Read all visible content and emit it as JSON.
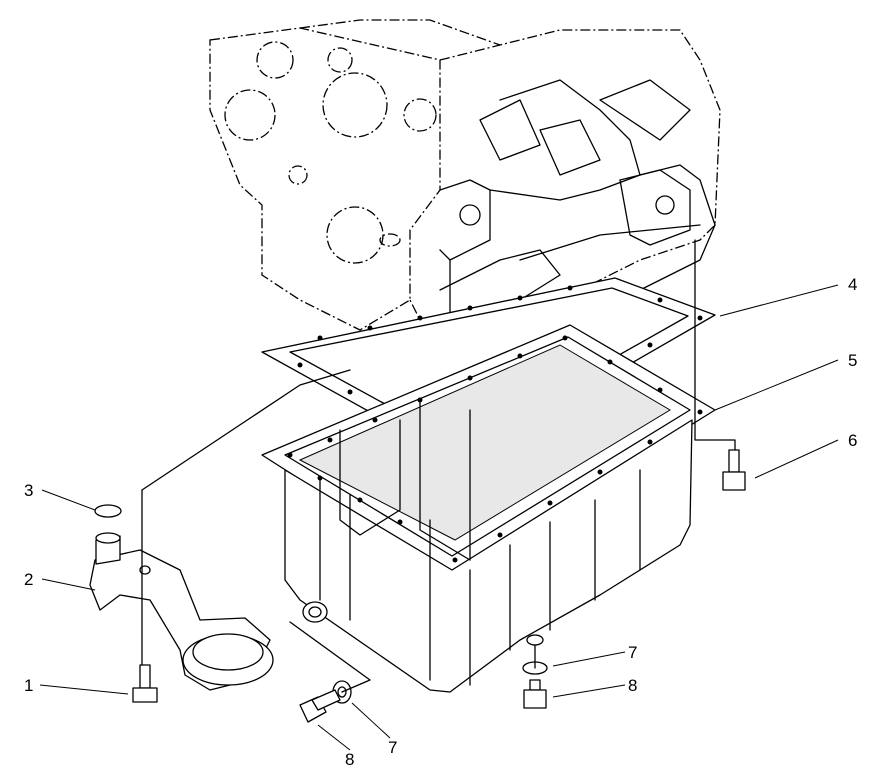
{
  "diagram": {
    "callouts": [
      {
        "id": "c1",
        "label": "1"
      },
      {
        "id": "c2",
        "label": "2"
      },
      {
        "id": "c3",
        "label": "3"
      },
      {
        "id": "c4",
        "label": "4"
      },
      {
        "id": "c5",
        "label": "5"
      },
      {
        "id": "c6",
        "label": "6"
      },
      {
        "id": "c7a",
        "label": "7"
      },
      {
        "id": "c7b",
        "label": "7"
      },
      {
        "id": "c8a",
        "label": "8"
      },
      {
        "id": "c8b",
        "label": "8"
      }
    ]
  }
}
